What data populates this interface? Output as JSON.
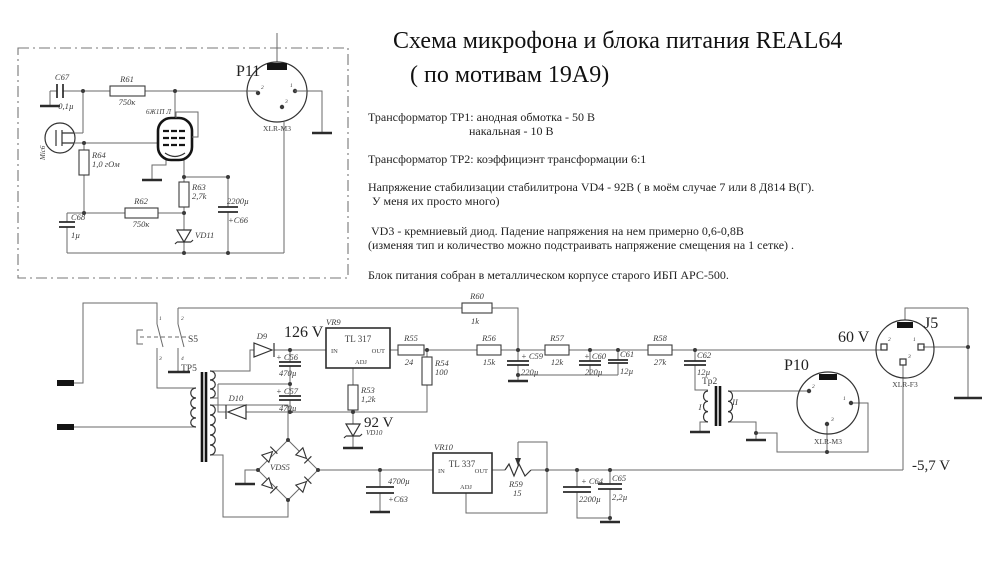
{
  "title": {
    "line1": "Схема микрофона и  блока питания REAL64",
    "line2": "( по мотивам 19А9)"
  },
  "notes": {
    "tr1a": "Трансформатор ТР1: анодная обмотка - 50 В",
    "tr1b": "накальная - 10 В",
    "tr2": "Трансформатор ТР2: коэффициэнт трансформации  6:1",
    "vd4a": "Напряжение стабилизации стабилитрона VD4 -  92В ( в моём случае 7 или 8  Д814 В(Г).",
    "vd4b": "У меня их просто много)",
    "vd3a": "VD3 - кремниевый диод. Падение напряжения на нем примерно 0,6-0,8В",
    "vd3b": "(изменяя тип и количество можно подстраивать напряжение смещения на 1 сетке)  .",
    "case": "Блок питания собран в металлическом корпусе старого ИБП АРС-500."
  },
  "mic": {
    "c67": "C67",
    "c67v": "0,1µ",
    "r61": "R61",
    "r61v": "750к",
    "mic": "Mic6",
    "r64": "R64",
    "r64v": "1,0 гОм",
    "tube": "6Ж1П Л",
    "r63": "R63",
    "r63v": "2,7k",
    "r62": "R62",
    "r62v": "750к",
    "c68": "C68",
    "c68v": "1µ",
    "c66v": "2200µ",
    "c66": "+C66",
    "vd11": "VD11",
    "p11": "P11",
    "p11t": "XLR-M3",
    "p1": "1",
    "p2": "2",
    "p3": "3"
  },
  "psu": {
    "s5": "S5",
    "s5p1": "1",
    "s5p2": "2",
    "s5p3": "3",
    "s5p4": "4",
    "tp5": "TP5",
    "d9": "D9",
    "d10": "D10",
    "v126": "126 V",
    "v92": "92 V",
    "v60": "60 V",
    "vneg": "-5,7 V",
    "c56": "+ C56",
    "c56v": "470µ",
    "c57": "+ C57",
    "c57v": "470µ",
    "vr9": "VR9",
    "vr9chip": "TL 317",
    "vr10": "VR10",
    "vr10chip": "TL 337",
    "in": "IN",
    "out": "OUT",
    "adj": "ADJ",
    "r55": "R55",
    "r55v": "24",
    "r54": "R54",
    "r54v": "100",
    "r53": "R53",
    "r53v": "1,2k",
    "vd10": "VD10",
    "r60": "R60",
    "r60v": "1k",
    "r56": "R56",
    "r56v": "15k",
    "r57": "R57",
    "r57v": "12k",
    "r58": "R58",
    "r58v": "27k",
    "r59": "R59",
    "r59v": "15",
    "c59": "+ C59",
    "c59v": "220µ",
    "c60": "+ C60",
    "c60v": "220µ",
    "c61": "C61",
    "c61v": "12µ",
    "c62": "C62",
    "c62v": "12µ",
    "c63v": "4700µ",
    "c63": "+C63",
    "c64": "+ C64",
    "c64v": "2200µ",
    "c65": "C65",
    "c65v": "2,2µ",
    "vds5": "VDS5",
    "tp2": "Tp2",
    "w1": "I",
    "w2": "II",
    "j5": "J5",
    "j5t": "XLR-F3",
    "p10": "P10",
    "p10t": "XLR-M3",
    "p1": "1",
    "p2": "2",
    "p3": "3"
  }
}
